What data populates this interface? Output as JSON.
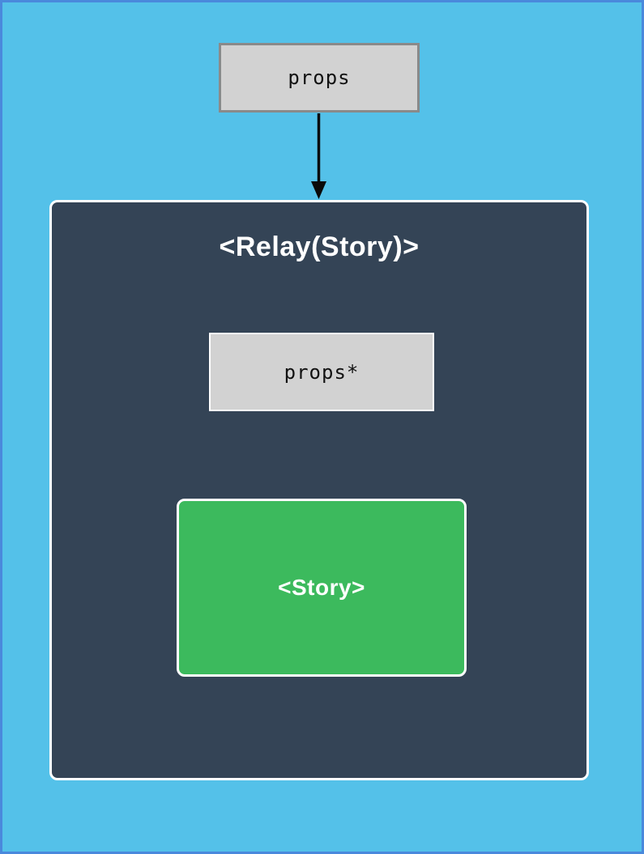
{
  "diagram": {
    "props_box": {
      "label": "props"
    },
    "relay_container": {
      "title": "<Relay(Story)>"
    },
    "props_star_box": {
      "label": "props*"
    },
    "story_box": {
      "label": "<Story>"
    }
  },
  "icons": {
    "props_arrow": "black-down-arrow",
    "props_star_arrow": "white-down-arrow"
  },
  "colors": {
    "background": "#54c1e9",
    "frame-border": "#4a89dc",
    "container-fill": "#344456",
    "container-border": "#ffffff",
    "gray-box-fill": "#d2d2d2",
    "gray-box-border": "#8a8a8a",
    "green-fill": "#3cba5d",
    "arrow-black": "#0a0a0a",
    "arrow-white": "#ffffff",
    "text-dark": "#111111",
    "text-light": "#ffffff"
  }
}
